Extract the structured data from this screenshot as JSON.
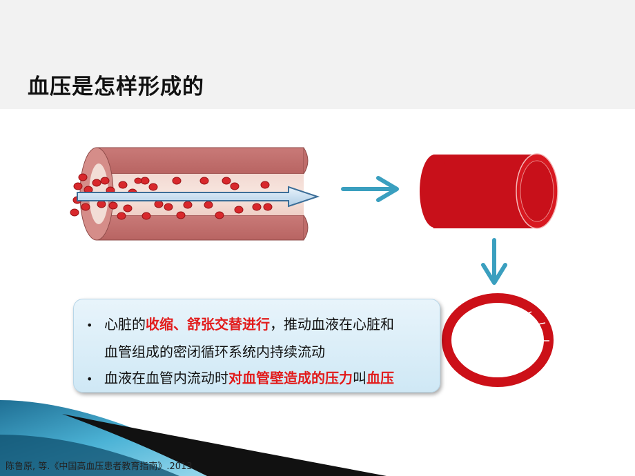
{
  "title": "血压是怎样形成的",
  "bullets": [
    {
      "marker": "•",
      "parts": [
        {
          "text": "心脏的",
          "highlight": false
        },
        {
          "text": "收缩、舒张交替进行",
          "highlight": true
        },
        {
          "text": "，推动血液在心脏和",
          "highlight": false
        }
      ]
    },
    {
      "marker": "",
      "parts": [
        {
          "text": "血管组成的密闭循环系统内持续流动",
          "highlight": false
        }
      ]
    },
    {
      "marker": "•",
      "parts": [
        {
          "text": "血液在血管内流动时",
          "highlight": false
        },
        {
          "text": "对血管壁造成的压力",
          "highlight": true
        },
        {
          "text": "叫",
          "highlight": false
        },
        {
          "text": "血压",
          "highlight": true
        }
      ]
    }
  ],
  "citation": "陈鲁原, 等.《中国高血压患者教育指南》.2013",
  "colors": {
    "accent_red": "#e21b1b",
    "vessel_red": "#c8101a",
    "arrow_teal": "#3a9fbf",
    "header_band": "#f2f2f2",
    "box_fill": "#d6ecf7"
  }
}
